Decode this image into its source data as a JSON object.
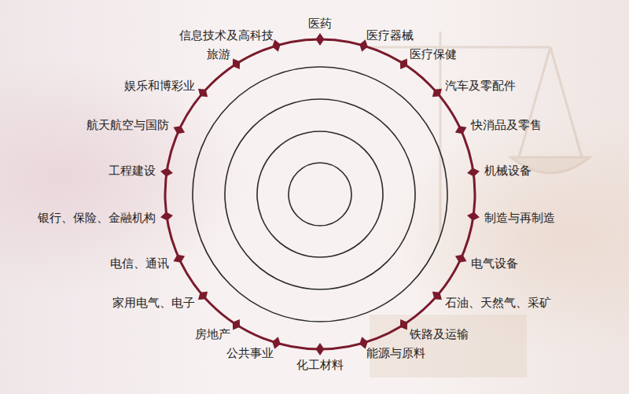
{
  "diagram": {
    "labels": [
      "医药",
      "医疗器械",
      "医疗保健",
      "汽车及零配件",
      "快消品及零售",
      "机械设备",
      "制造与再制造",
      "电气设备",
      "石油、天然气、采矿",
      "铁路及运输",
      "能源与原料",
      "化工材料",
      "公共事业",
      "房地产",
      "家用电气、电子",
      "电信、通讯",
      "银行、保险、金融机构",
      "工程建设",
      "航天航空与国防",
      "娱乐和博彩业",
      "旅游",
      "信息技术及高科技"
    ]
  }
}
